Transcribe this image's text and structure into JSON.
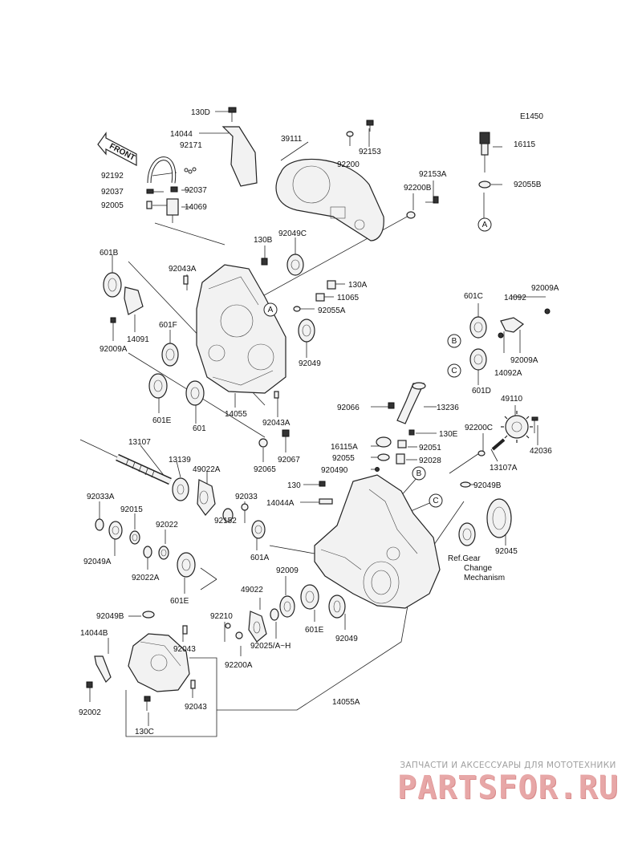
{
  "diagram_code": "E1450",
  "front_label": "FRONT",
  "note": [
    "Ref.Gear",
    "Change",
    "Mechanism"
  ],
  "callouts": [
    "A",
    "B",
    "C"
  ],
  "labels": [
    "130D",
    "14044",
    "92171",
    "92192",
    "92037",
    "92037",
    "92005",
    "14069",
    "39111",
    "92153",
    "92200",
    "92153A",
    "92200B",
    "16115",
    "92055B",
    "601B",
    "92043A",
    "130B",
    "92049C",
    "130A",
    "11065",
    "92055A",
    "92009A",
    "14091",
    "601F",
    "92049",
    "601C",
    "14092",
    "92009A",
    "92009A",
    "14092A",
    "601D",
    "601E",
    "601",
    "14055",
    "92043A",
    "92065",
    "92067",
    "92066",
    "13236",
    "130E",
    "49110",
    "92200C",
    "16115A",
    "92051",
    "92055",
    "92028",
    "42036",
    "13107A",
    "13107",
    "13139",
    "49022A",
    "920490",
    "92049B",
    "130",
    "14044A",
    "92033A",
    "92015",
    "92033",
    "92022",
    "92152",
    "601A",
    "92049A",
    "92022A",
    "92045",
    "601E",
    "92009",
    "49022",
    "92049B",
    "92210",
    "14044B",
    "92043",
    "92025/A~H",
    "601E",
    "92049",
    "92200A",
    "92002",
    "130C",
    "92043",
    "14055A"
  ],
  "watermark": {
    "tagline": "ЗАПЧАСТИ И АКСЕССУАРЫ ДЛЯ МОТОТЕХНИКИ",
    "brand": "PARTSFOR.RU"
  }
}
